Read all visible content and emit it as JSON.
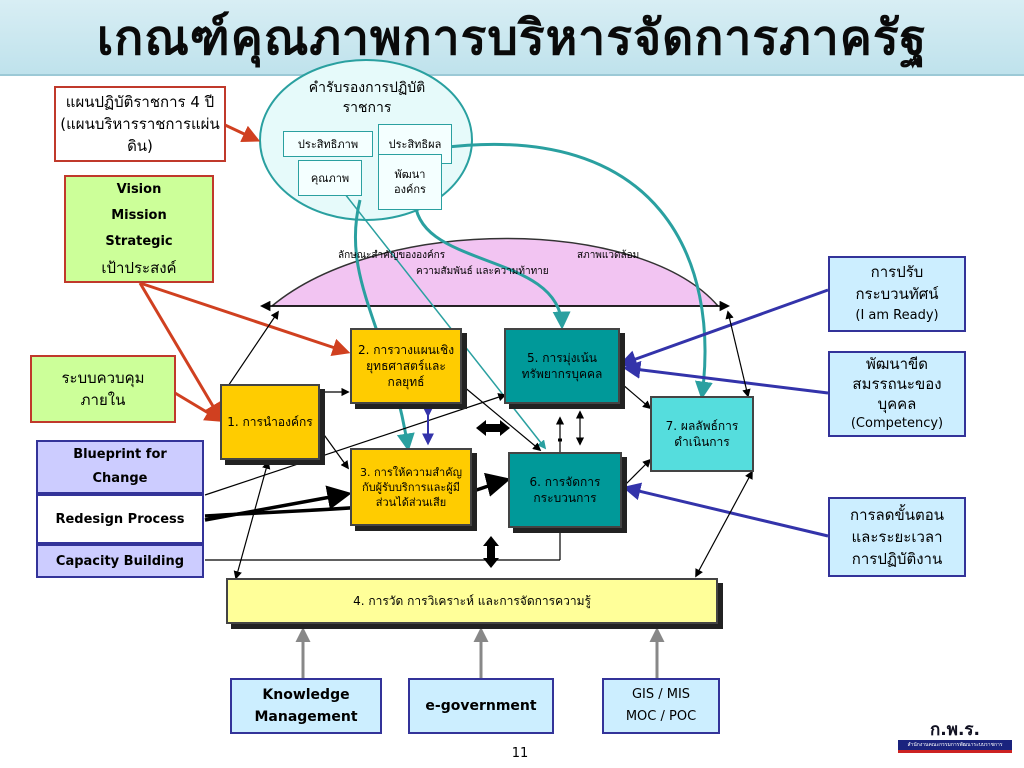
{
  "title": "เกณฑ์คุณภาพการบริหารจัดการภาครัฐ",
  "left_boxes": {
    "plan4": "แผนปฏิบัติราชการ 4 ปี (แผนบริหารราชการแผ่นดิน)",
    "vision": [
      "Vision",
      "Mission",
      "Strategic",
      "เป้าประสงค์"
    ],
    "internal_control": "ระบบควบคุมภายใน",
    "blueprint": "Blueprint for Change",
    "redesign": "Redesign Process",
    "capacity": "Capacity Building"
  },
  "oval": {
    "title": "คำรับรองการปฏิบัติราชการ",
    "items": [
      "ประสิทธิภาพ",
      "ประสิทธิผล",
      "คุณภาพ",
      "พัฒนาองค์กร"
    ]
  },
  "arch": {
    "label1": "ลักษณะสำคัญขององค์กร",
    "label2": "สภาพแวดล้อม",
    "label3": "ความสัมพันธ์ และความท้าทาย"
  },
  "categories": {
    "c1": "1. การนำองค์กร",
    "c2": "2. การวางแผนเชิงยุทธศาสตร์และกลยุทธ์",
    "c3": "3. การให้ความสำคัญกับผู้รับบริการและผู้มีส่วนได้ส่วนเสีย",
    "c4": "4. การวัด การวิเคราะห์ และการจัดการความรู้",
    "c5": "5. การมุ่งเน้นทรัพยากรบุคคล",
    "c6": "6. การจัดการกระบวนการ",
    "c7": "7. ผลลัพธ์การดำเนินการ"
  },
  "right_boxes": {
    "mindset": [
      "การปรับ",
      "กระบวนทัศน์",
      "(I am Ready)"
    ],
    "competency": [
      "พัฒนาขีด",
      "สมรรถนะของ",
      "บุคคล",
      "(Competency)"
    ],
    "reduce_steps": [
      "การลดขั้นตอน",
      "และระยะเวลา",
      "การปฏิบัติงาน"
    ]
  },
  "bottom_boxes": {
    "km": [
      "Knowledge",
      "Management"
    ],
    "egov": "e-government",
    "gis": [
      "GIS / MIS",
      "MOC / POC"
    ]
  },
  "footer": {
    "page_number": "11",
    "logo_text": "ก.พ.ร.",
    "logo_subtext": "สำนักงานคณะกรรมการพัฒนาระบบราชการ"
  },
  "colors": {
    "orange": "#ffcc00",
    "teal": "#009999",
    "aqua": "#55dddd",
    "pink": "#f2c4f2",
    "yellow": "#ffff99",
    "green": "#ccff99",
    "lavender": "#ccccff"
  }
}
